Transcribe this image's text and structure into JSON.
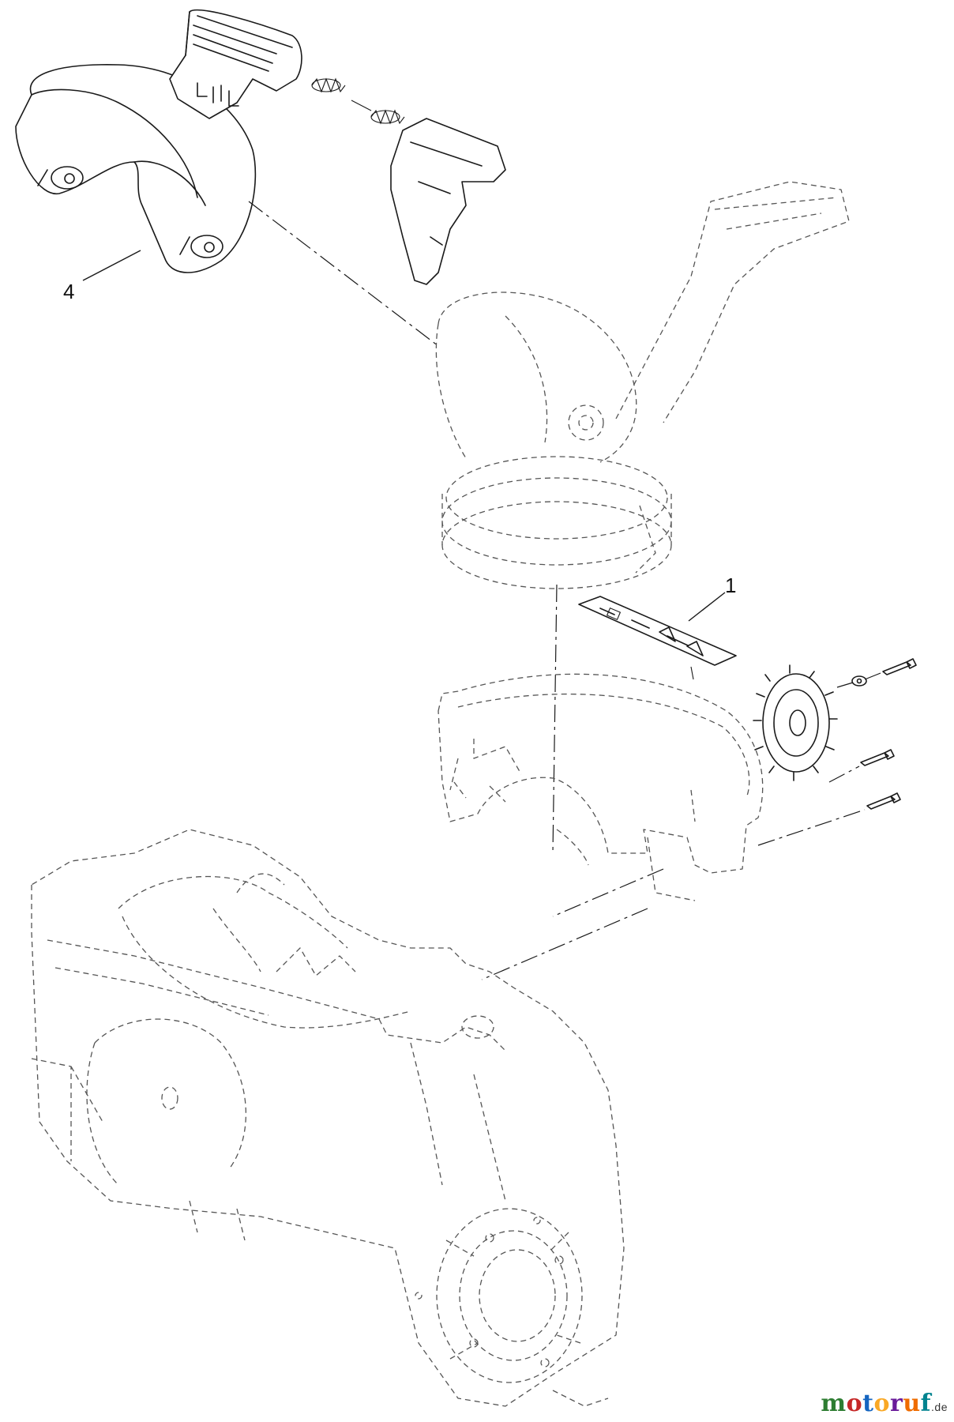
{
  "diagram": {
    "callouts": [
      {
        "id": "callout-1",
        "label": "1"
      },
      {
        "id": "callout-4",
        "label": "4"
      }
    ]
  },
  "watermark": {
    "logo_text": "motoruf",
    "logo_tld": ".de",
    "colors": [
      "#2e7d32",
      "#c62828",
      "#1565c0",
      "#f9a825",
      "#6a1b9a",
      "#ef6c00",
      "#00838f"
    ]
  }
}
